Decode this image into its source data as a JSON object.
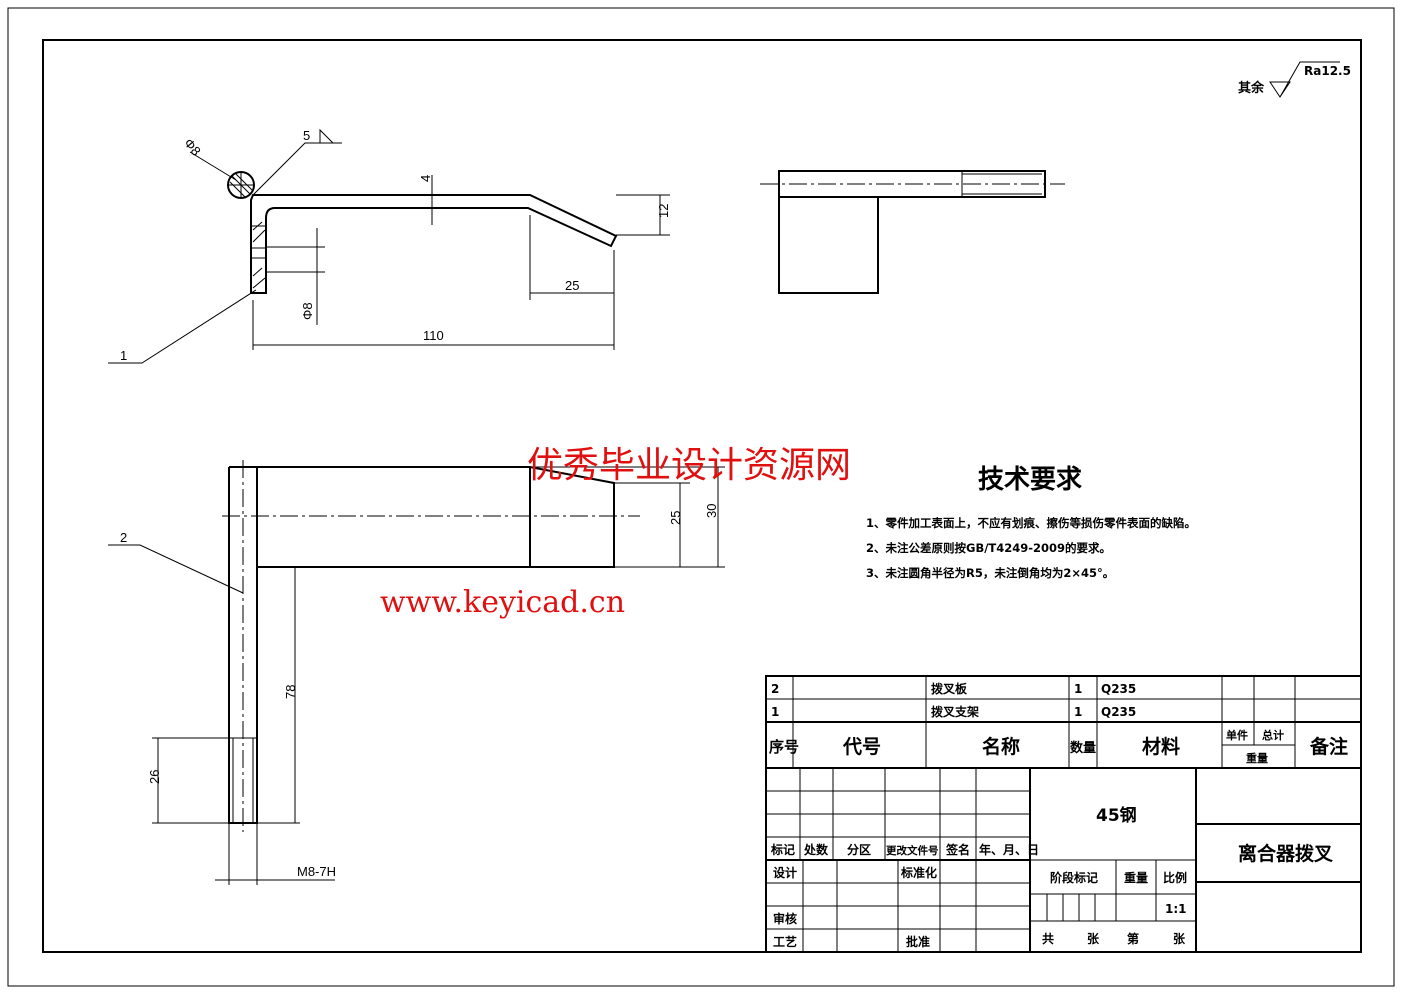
{
  "surface_finish": {
    "prefix": "其余",
    "value": "Ra12.5"
  },
  "views": {
    "top": {
      "dims": {
        "d8_rod": "Φ8",
        "weld": "5",
        "thick": "4",
        "bend_h": "12",
        "bend_len": "25",
        "length": "110",
        "hole": "Φ8"
      },
      "part_label": "1"
    },
    "bottom": {
      "dims": {
        "w25": "25",
        "w30": "30",
        "l78": "78",
        "l26": "26",
        "thread": "M8-7H"
      },
      "part_label": "2"
    }
  },
  "watermark": {
    "line1": "优秀毕业设计资源网",
    "line2": "www.keyicad.cn"
  },
  "tech_requirements": {
    "title": "技术要求",
    "items": [
      "1、零件加工表面上，不应有划痕、擦伤等损伤零件表面的缺陷。",
      "2、未注公差原则按GB/T4249-2009的要求。",
      "3、未注圆角半径为R5，未注倒角均为2×45°。"
    ]
  },
  "bom": {
    "rows": [
      {
        "no": "2",
        "code": "",
        "name": "拨叉板",
        "qty": "1",
        "material": "Q235"
      },
      {
        "no": "1",
        "code": "",
        "name": "拨叉支架",
        "qty": "1",
        "material": "Q235"
      }
    ],
    "headers": {
      "no": "序号",
      "code": "代号",
      "name": "名称",
      "qty": "数量",
      "material": "材料",
      "unit": "单件",
      "total": "总计",
      "weight": "重量",
      "remark": "备注"
    }
  },
  "title_block": {
    "rev_headers": [
      "标记",
      "处数",
      "分区",
      "更改文件号",
      "签名",
      "年、月、日"
    ],
    "design": "设计",
    "standardize": "标准化",
    "review": "审核",
    "process": "工艺",
    "approve": "批准",
    "material": "45钢",
    "stage_mark": "阶段标记",
    "weight": "重量",
    "scale_label": "比例",
    "scale": "1:1",
    "sheets_total": "共",
    "sheets_unit1": "张",
    "sheet_no": "第",
    "sheets_unit2": "张",
    "drawing_name": "离合器拨叉"
  }
}
